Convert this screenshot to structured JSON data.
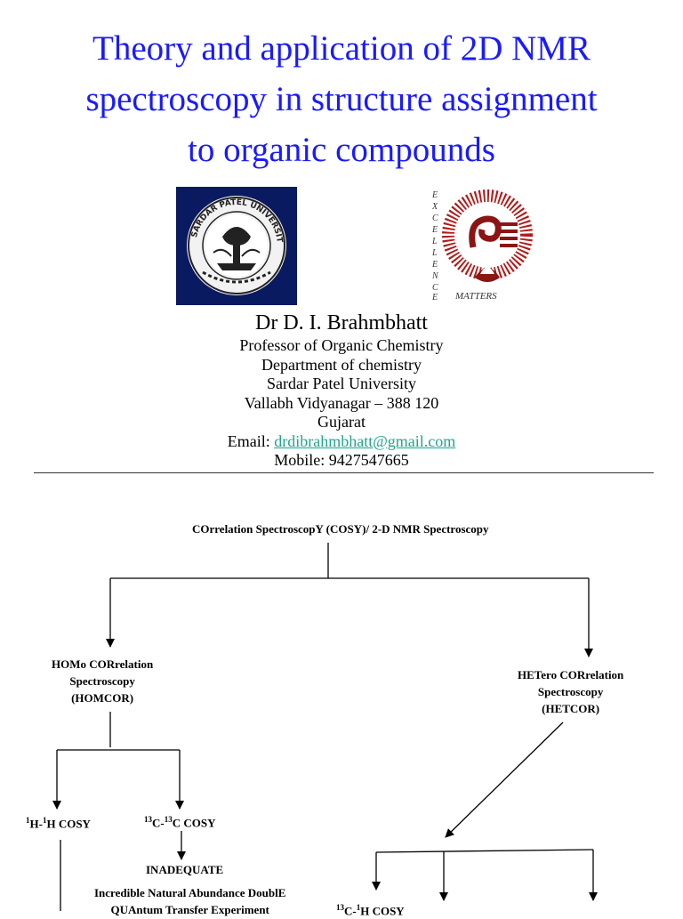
{
  "title": {
    "line1": "Theory and application of 2D NMR",
    "line2": "spectroscopy in structure assignment",
    "line3": "to organic compounds"
  },
  "logos": {
    "university_seal": "sardar-patel-university-seal",
    "excellence_logo": "excellence-matters-logo",
    "seal_text": "SARDAR PATEL UNIVERSITY",
    "excellence_vertical": "EXCELLENCE",
    "excellence_matters": "MATTERS"
  },
  "author": {
    "name": "Dr D. I. Brahmbhatt",
    "position": "Professor of Organic Chemistry",
    "department": "Department of chemistry",
    "university": "Sardar Patel University",
    "address": "Vallabh Vidyanagar – 388 120",
    "state": "Gujarat",
    "email_label": "Email:",
    "email": "drdibrahmbhatt@gmail.com",
    "mobile": "Mobile: 9427547665"
  },
  "flowchart": {
    "root": "COrrelation SpectroscopY (COSY)/ 2-D NMR Spectroscopy",
    "homcor": {
      "line1": "HOMo CORrelation",
      "line2": "Spectroscopy",
      "line3": "(HOMCOR)"
    },
    "hetcor": {
      "line1": "HETero CORrelation",
      "line2": "Spectroscopy",
      "line3": "(HETCOR)"
    },
    "hh_cosy": {
      "sup1": "1",
      "a": "H-",
      "sup2": "1",
      "b": "H COSY"
    },
    "cc_cosy": {
      "sup1": "13",
      "a": "C-",
      "sup2": "13",
      "b": "C COSY"
    },
    "inadequate": "INADEQUATE",
    "inadequate_desc": {
      "line1": "Incredible Natural Abundance DoublE",
      "line2": "QUAntum Transfer Experiment"
    },
    "ch_cosy": {
      "sup1": "13",
      "a": "C-",
      "sup2": "1",
      "b": "H COSY"
    }
  }
}
